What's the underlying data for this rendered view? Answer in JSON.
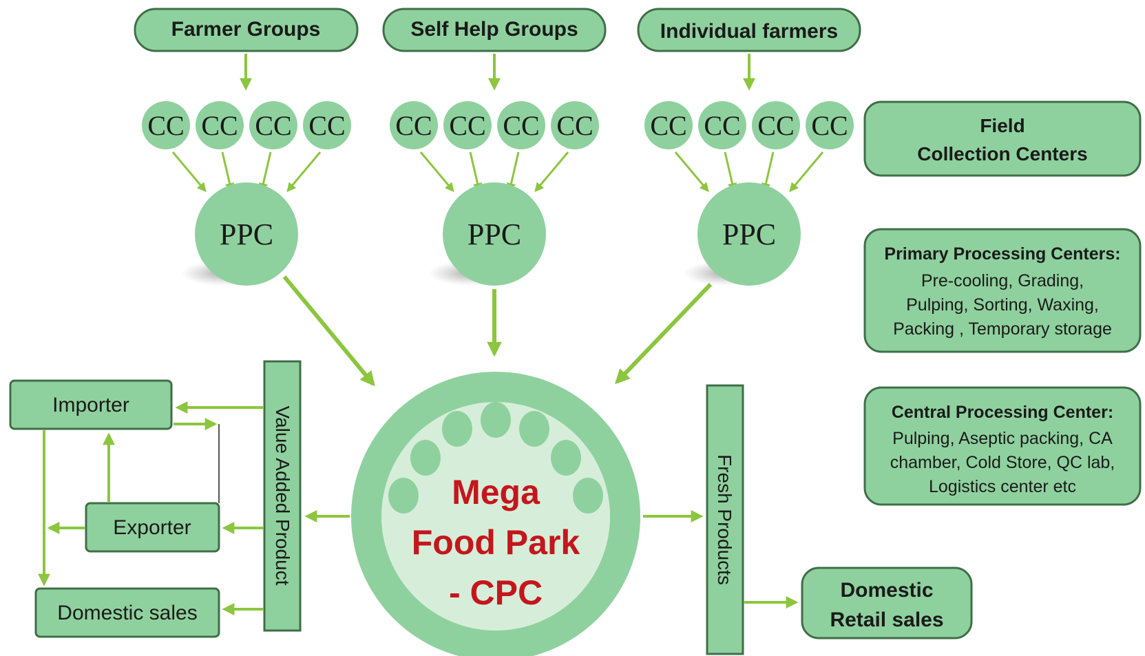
{
  "sources": [
    {
      "id": "farmer-groups",
      "label": "Farmer Groups"
    },
    {
      "id": "self-help-groups",
      "label": "Self Help Groups"
    },
    {
      "id": "individual-farmers",
      "label": "Individual farmers"
    }
  ],
  "cc_label": "CC",
  "ppc_label": "PPC",
  "legend": {
    "field_collection": [
      "Field",
      "Collection Centers"
    ],
    "primary_processing": {
      "title": "Primary Processing Centers:",
      "lines": [
        "Pre-cooling, Grading,",
        "Pulping, Sorting, Waxing,",
        "Packing , Temporary storage"
      ]
    },
    "central_processing": {
      "title": "Central Processing Center:",
      "lines": [
        "Pulping, Aseptic packing, CA",
        "chamber, Cold Store, QC lab,",
        "Logistics center etc"
      ]
    }
  },
  "hub": {
    "lines": [
      "Mega",
      "Food Park",
      "- CPC"
    ],
    "text_color": "#c4161c"
  },
  "value_added_label": "Value Added Product",
  "fresh_products_label": "Fresh Products",
  "outlets": {
    "importer": "Importer",
    "exporter": "Exporter",
    "domestic_sales": "Domestic sales",
    "domestic_retail": [
      "Domestic",
      "Retail sales"
    ]
  },
  "colors": {
    "box_fill": "#8fd19e",
    "box_stroke": "#3f6e48",
    "circle_fill": "#8fd19e",
    "hub_outer": "#8fd19e",
    "hub_inner": "#d6eed9",
    "arrow": "#8cc63f"
  }
}
